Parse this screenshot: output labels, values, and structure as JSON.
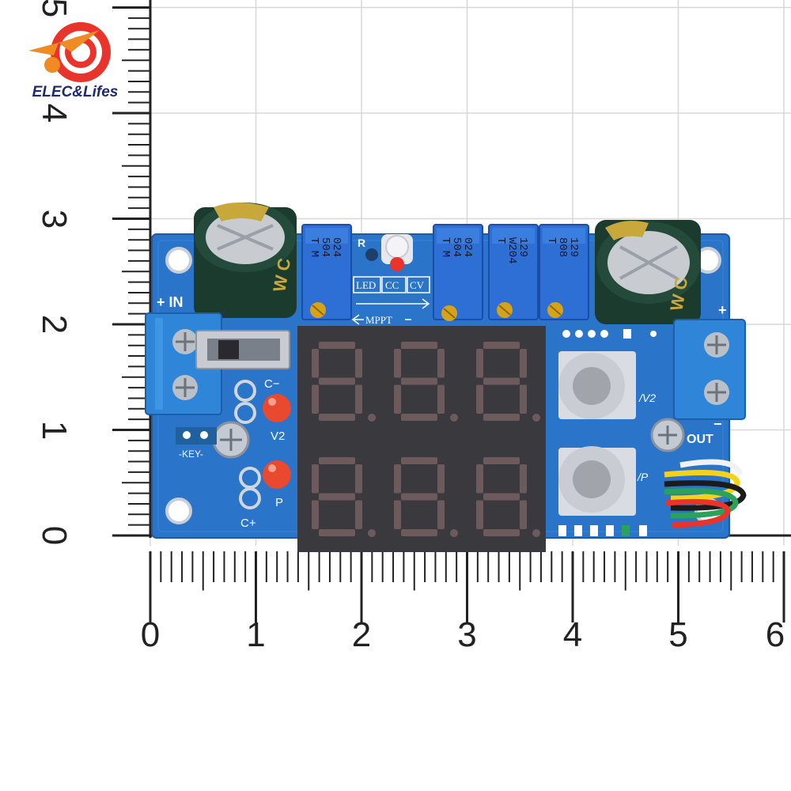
{
  "brand": {
    "name": "ELEC&Lifes",
    "colors": {
      "red": "#e8342a",
      "orange": "#f08a22",
      "navy": "#1e2a6e"
    }
  },
  "ruler": {
    "vertical_labels": [
      "0",
      "1",
      "2",
      "3",
      "4",
      "5"
    ],
    "horizontal_labels": [
      "0",
      "1",
      "2",
      "3",
      "4",
      "5",
      "6"
    ]
  },
  "board": {
    "pcb_color": "#2a74c9",
    "input_label": "+ IN",
    "output_plus": "+",
    "output_label": "OUT",
    "output_minus": "−",
    "switch_labels": {
      "c_minus": "C−",
      "v2": "V2",
      "p": "P",
      "c_plus": "C+",
      "key": "-KEY-"
    },
    "mode_labels": [
      "LED",
      "CC",
      "CV"
    ],
    "mppt_label": "MPPT",
    "r_label": "R",
    "button_labels": {
      "v2": "/V2",
      "p": "/P"
    },
    "potentiometers": [
      {
        "line1": "024",
        "line2": "504",
        "line3": "T  M"
      },
      {
        "line1": "024",
        "line2": "504",
        "line3": "T  M"
      },
      {
        "line1": "129",
        "line2": "W204",
        "line3": "T"
      },
      {
        "line1": "129",
        "line2": "808",
        "line3": "T"
      }
    ],
    "capacitor_marks": [
      "W C",
      "W C"
    ],
    "display_top": [
      "8",
      "8",
      "8"
    ],
    "display_bottom": [
      "8",
      "8",
      "8"
    ],
    "display_color": "#3a3a3e",
    "segment_color": "#6c5a5c"
  }
}
